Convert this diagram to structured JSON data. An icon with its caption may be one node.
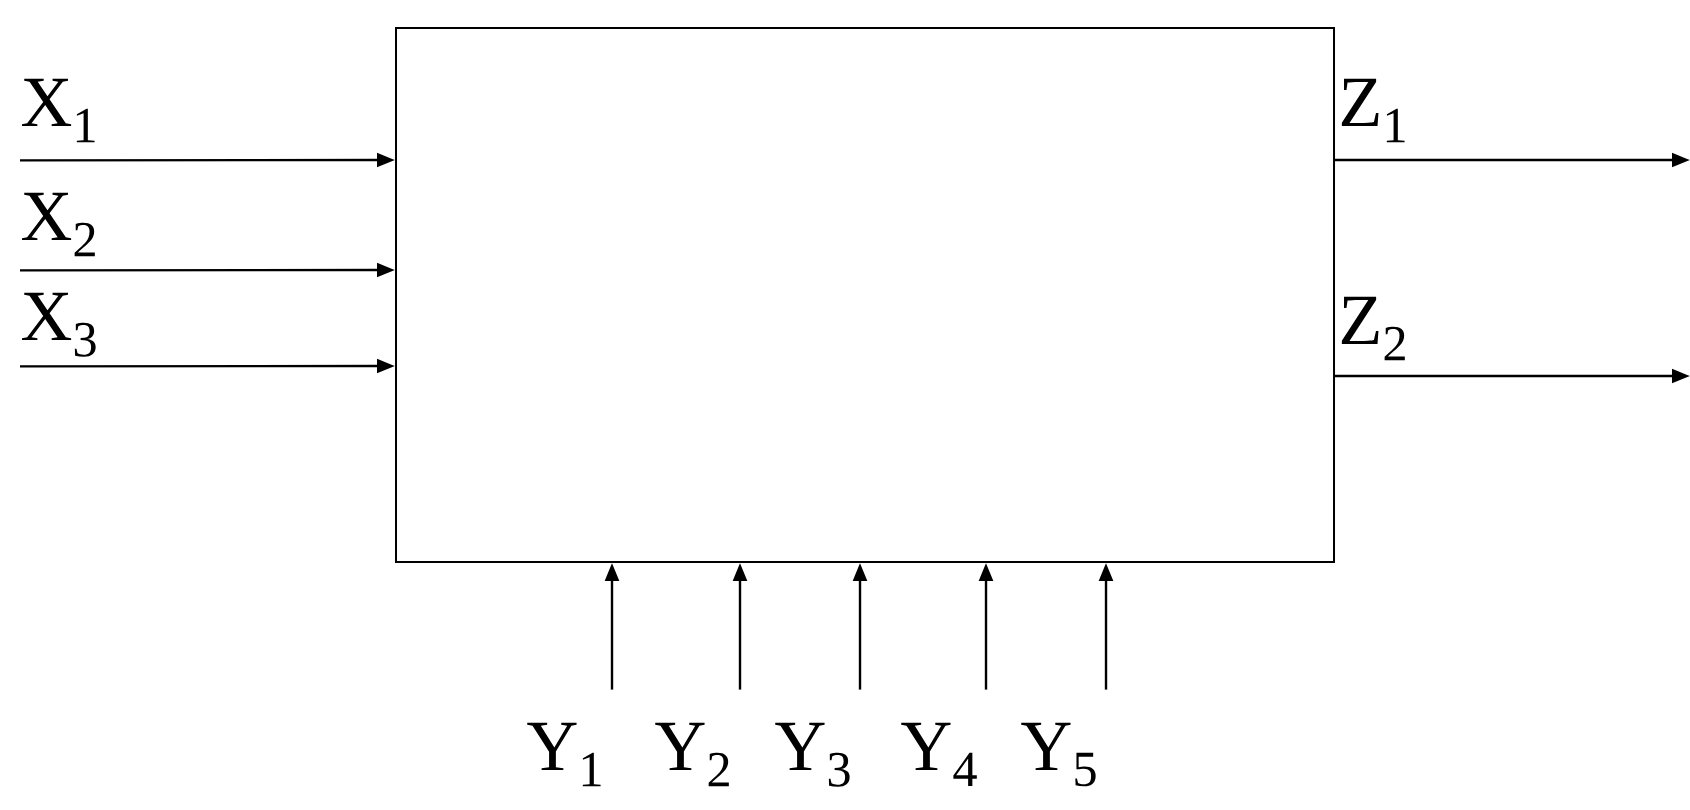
{
  "diagram": {
    "nodes": [
      {
        "text": [],
        "shape": "box"
      },
      {
        "text": [
          "X$_{1}$"
        ]
      },
      {
        "text": [
          "X$_{2}$"
        ]
      },
      {
        "text": [
          "X$_{3}$"
        ]
      },
      {
        "text": [
          "Y$_{1}$"
        ]
      },
      {
        "text": [
          "Y$_{2}$"
        ]
      },
      {
        "text": [
          "Y$_{3}$"
        ]
      },
      {
        "text": [
          "Y$_{4}$"
        ]
      },
      {
        "text": [
          "Y$_{5}$"
        ]
      }
    ],
    "edges": [
      {
        "from": 1,
        "to": 0,
        "arrow": "to"
      },
      {
        "from": 2,
        "to": 0,
        "arrow": "to"
      },
      {
        "from": 3,
        "to": 0,
        "arrow": "to"
      },
      {
        "from": 0,
        "to": null,
        "arrow": "to",
        "label": "Z$_{1}$"
      },
      {
        "from": 0,
        "to": null,
        "arrow": "to",
        "label": "Z$_{2}$"
      },
      {
        "from": 4,
        "to": 0,
        "arrow": "to"
      },
      {
        "from": 5,
        "to": 0,
        "arrow": "to"
      },
      {
        "from": 6,
        "to": 0,
        "arrow": "to"
      },
      {
        "from": 7,
        "to": 0,
        "arrow": "to"
      },
      {
        "from": 8,
        "to": 0,
        "arrow": "to"
      }
    ]
  }
}
